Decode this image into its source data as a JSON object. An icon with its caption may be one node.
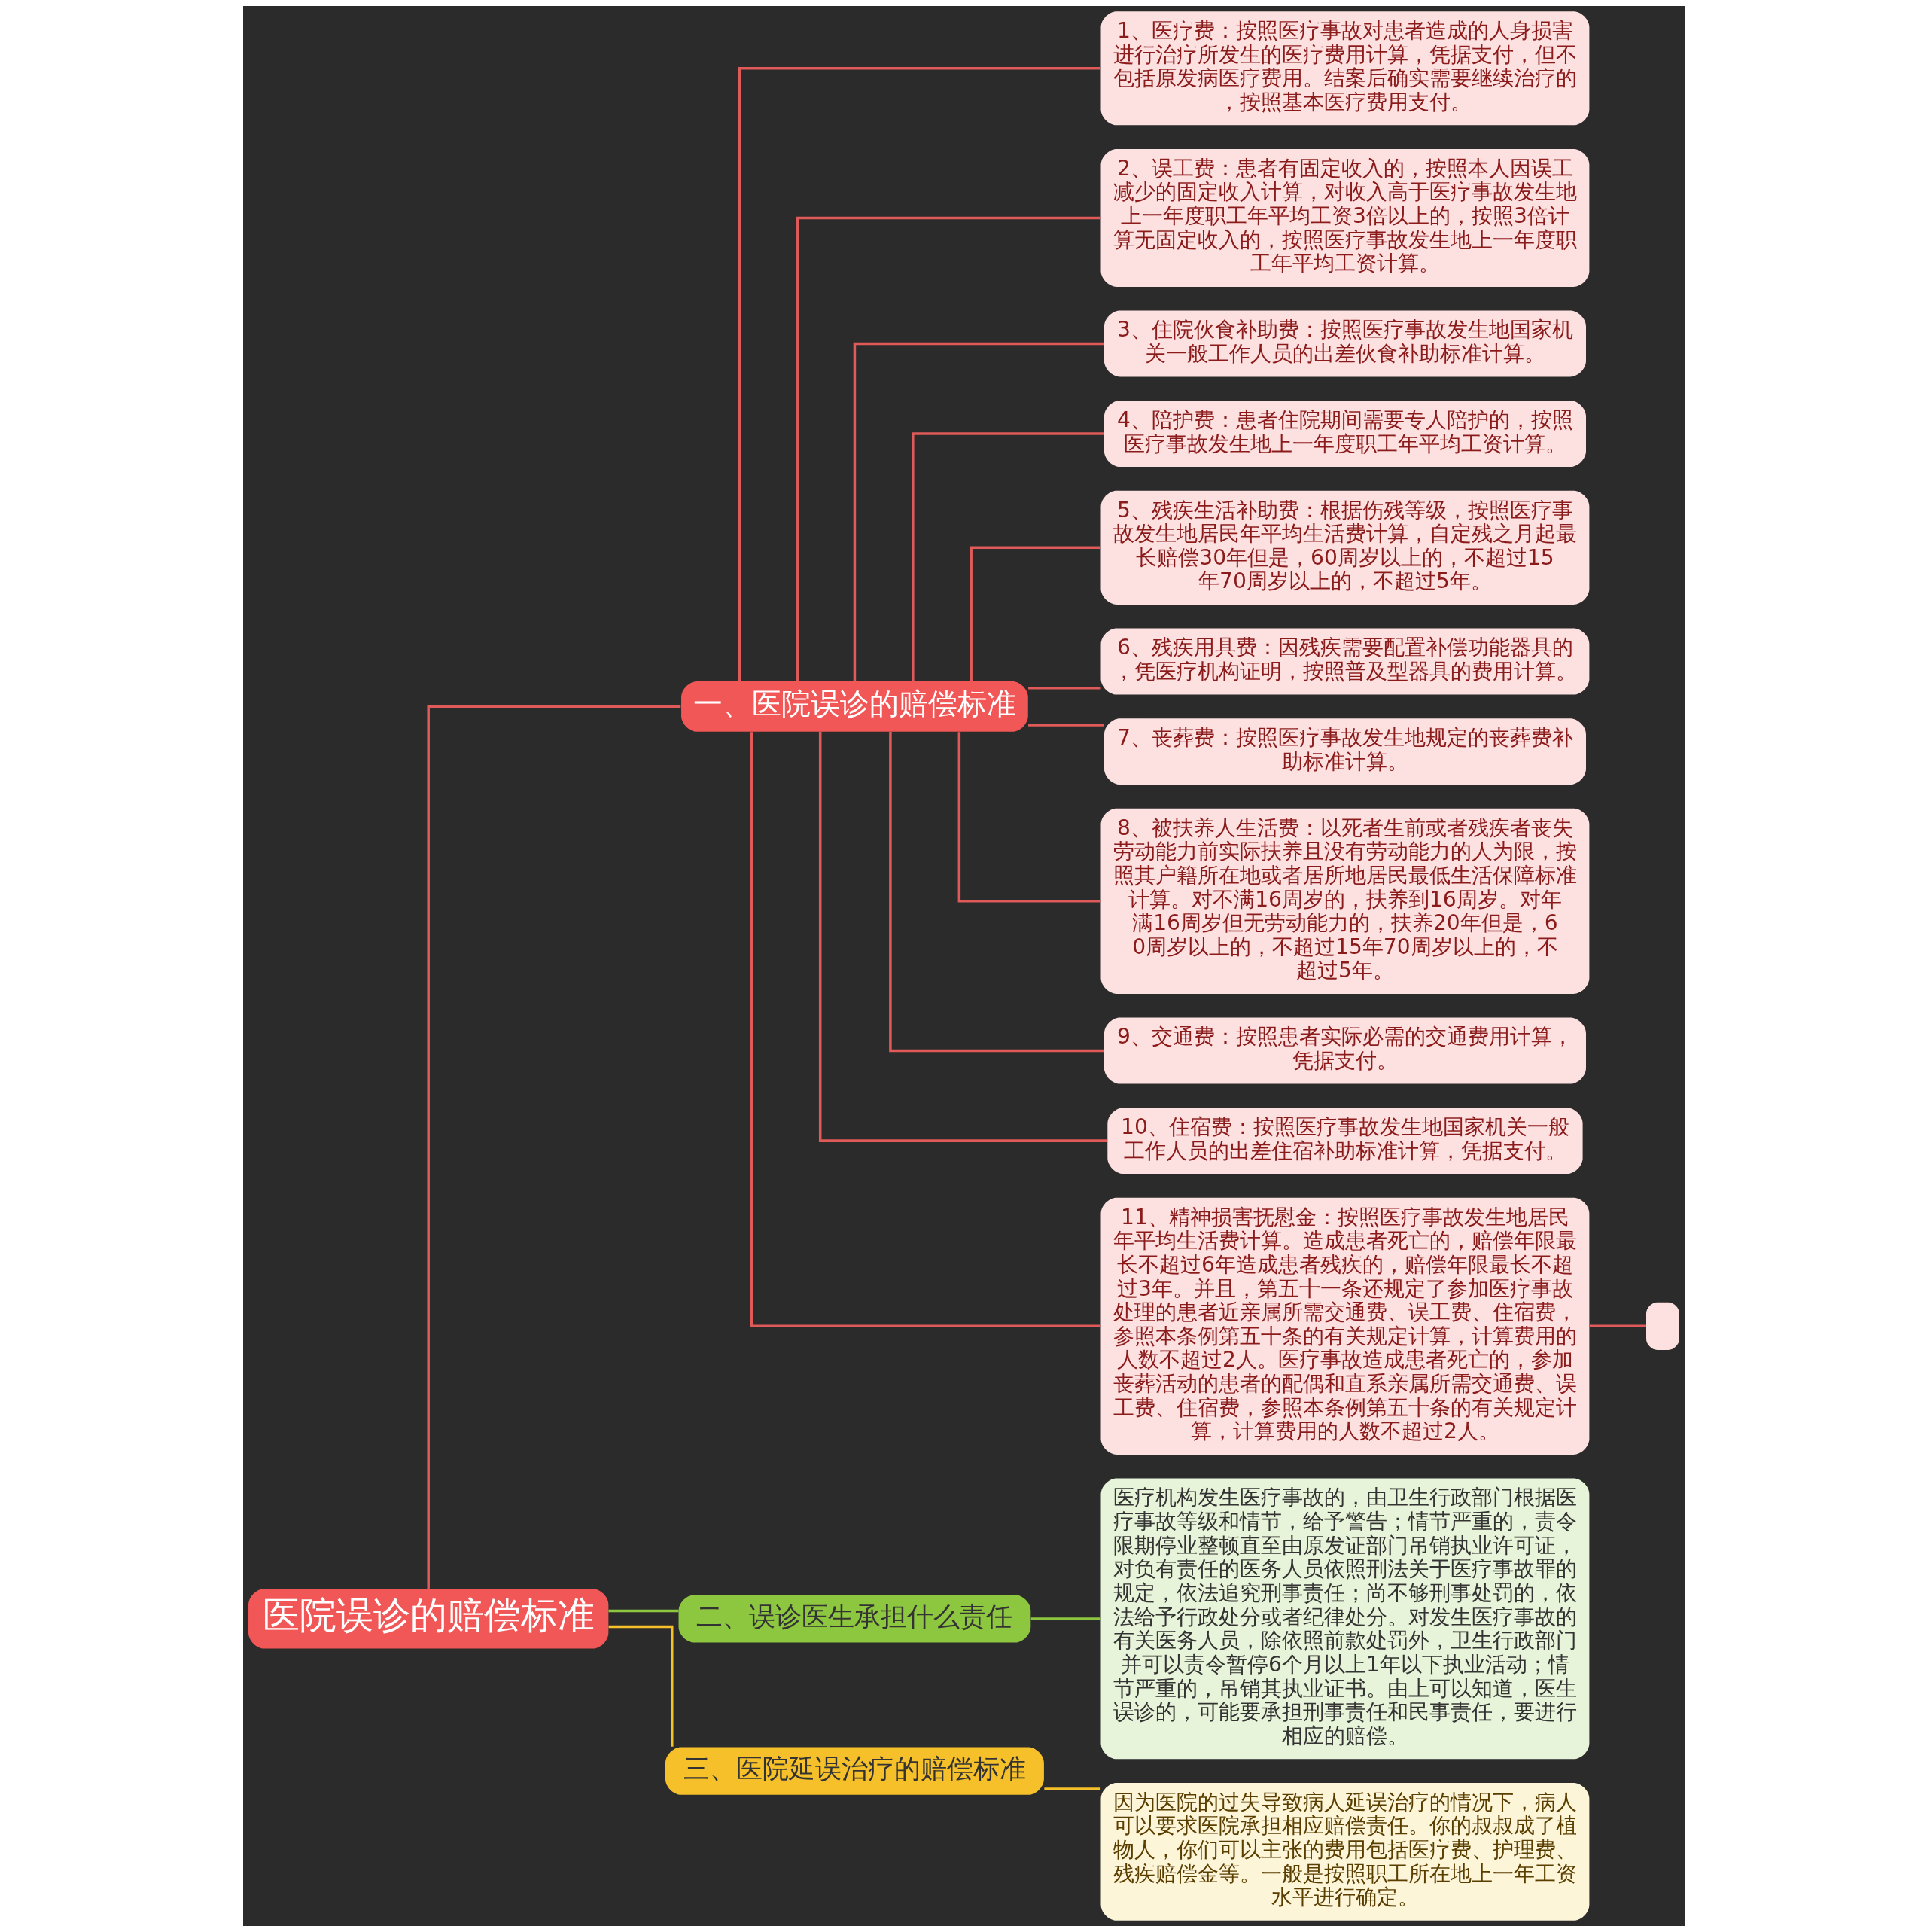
{
  "diagram": {
    "nodes": [
      {
        "text": [
          "医院误诊的赔偿标准"
        ]
      },
      {
        "text": [
          "一、医院误诊的赔偿标准"
        ]
      },
      {
        "text": [
          "1、医疗费：按照医疗事故对患者造成的人身损害进行治疗所发生的医疗费用计算，凭据支付，但不包括原发病医疗费用。结案后确实需要继续治疗的，按照基本医疗费用支付。"
        ]
      },
      {
        "text": [
          "2、误工费：患者有固定收入的，按照本人因误工减少的固定收入计算，对收入高于医疗事故发生地上一年度职工年平均工资3倍以上的，按照3倍计算无固定收入的，按照医疗事故发生地上一年度职工年平均工资计算。"
        ]
      },
      {
        "text": [
          "3、住院伙食补助费：按照医疗事故发生地国家机关一般工作人员的出差伙食补助标准计算。"
        ]
      },
      {
        "text": [
          "4、陪护费：患者住院期间需要专人陪护的，按照医疗事故发生地上一年度职工年平均工资计算。"
        ]
      },
      {
        "text": [
          "5、残疾生活补助费：根据伤残等级，按照医疗事故发生地居民年平均生活费计算，自定残之月起最长赔偿30年但是，60周岁以上的，不超过15年70周岁以上的，不超过5年。"
        ]
      },
      {
        "text": [
          "6、残疾用具费：因残疾需要配置补偿功能器具的，凭医疗机构证明，按照普及型器具的费用计算。"
        ]
      },
      {
        "text": [
          "7、丧葬费：按照医疗事故发生地规定的丧葬费补助标准计算。"
        ]
      },
      {
        "text": [
          "8、被扶养人生活费：以死者生前或者残疾者丧失劳动能力前实际扶养且没有劳动能力的人为限，按照其户籍所在地或者居所地居民最低生活保障标准计算。对不满16周岁的，扶养到16周岁。对年满16周岁但无劳动能力的，扶养20年但是，60周岁以上的，不超过15年70周岁以上的，不超过5年。"
        ]
      },
      {
        "text": [
          "9、交通费：按照患者实际必需的交通费用计算，凭据支付。"
        ]
      },
      {
        "text": [
          "10、住宿费：按照医疗事故发生地国家机关一般工作人员的出差住宿补助标准计算，凭据支付。"
        ]
      },
      {
        "text": [
          "11、精神损害抚慰金：按照医疗事故发生地居民年平均生活费计算。造成患者死亡的，赔偿年限最长不超过6年造成患者残疾的，赔偿年限最长不超过3年。并且，第五十一条还规定了参加医疗事故处理的患者近亲属所需交通费、误工费、住宿费，参照本条例第五十条的有关规定计算，计算费用的人数不超过2人。医疗事故造成患者死亡的，参加丧葬活动的患者的配偶和直系亲属所需交通费、误工费、住宿费，参照本条例第五十条的有关规定计算，计算费用的人数不超过2人。"
        ]
      },
      {
        "text": [],
        "shape": "box"
      },
      {
        "text": [
          "二、误诊医生承担什么责任"
        ]
      },
      {
        "text": [
          "医疗机构发生医疗事故的，由卫生行政部门根据医疗事故等级和情节，给予警告；情节严重的，责令限期停业整顿直至由原发证部门吊销执业许可证，对负有责任的医务人员依照刑法关于医疗事故罪的规定，依法追究刑事责任；尚不够刑事处罚的，依法给予行政处分或者纪律处分。对发生医疗事故的有关医务人员，除依照前款处罚外，卫生行政部门并可以责令暂停6个月以上1年以下执业活动；情节严重的，吊销其执业证书。由上可以知道，医生误诊的，可能要承担刑事责任和民事责任，要进行相应的赔偿。"
        ]
      },
      {
        "text": [
          "三、医院延误治疗的赔偿标准"
        ]
      },
      {
        "text": [
          "因为医院的过失导致病人延误治疗的情况下，病人可以要求医院承担相应赔偿责任。你的叔叔成了植物人，你们可以主张的费用包括医疗费、护理费、残疾赔偿金等。一般是按照职工所在地上一年工资水平进行确定。"
        ]
      }
    ],
    "edges": [
      {
        "from": 0,
        "to": 1,
        "arrow": "none"
      },
      {
        "from": 1,
        "to": 2,
        "arrow": "none"
      },
      {
        "from": 1,
        "to": 3,
        "arrow": "none"
      },
      {
        "from": 1,
        "to": 4,
        "arrow": "none"
      },
      {
        "from": 1,
        "to": 5,
        "arrow": "none"
      },
      {
        "from": 1,
        "to": 6,
        "arrow": "none"
      },
      {
        "from": 1,
        "to": 7,
        "arrow": "none"
      },
      {
        "from": 1,
        "to": 8,
        "arrow": "none"
      },
      {
        "from": 1,
        "to": 9,
        "arrow": "none"
      },
      {
        "from": 1,
        "to": 10,
        "arrow": "none"
      },
      {
        "from": 1,
        "to": 11,
        "arrow": "none"
      },
      {
        "from": 1,
        "to": 12,
        "arrow": "none"
      },
      {
        "from": 12,
        "to": 13,
        "arrow": "none"
      },
      {
        "from": 0,
        "to": 14,
        "arrow": "none",
        "color": "#8dc63f"
      },
      {
        "from": 14,
        "to": 15,
        "arrow": "none",
        "color": "#8dc63f"
      },
      {
        "from": 0,
        "to": 16,
        "arrow": "none",
        "color": "#f5c02a"
      },
      {
        "from": 16,
        "to": 17,
        "arrow": "none",
        "color": "#f5c02a"
      }
    ]
  }
}
